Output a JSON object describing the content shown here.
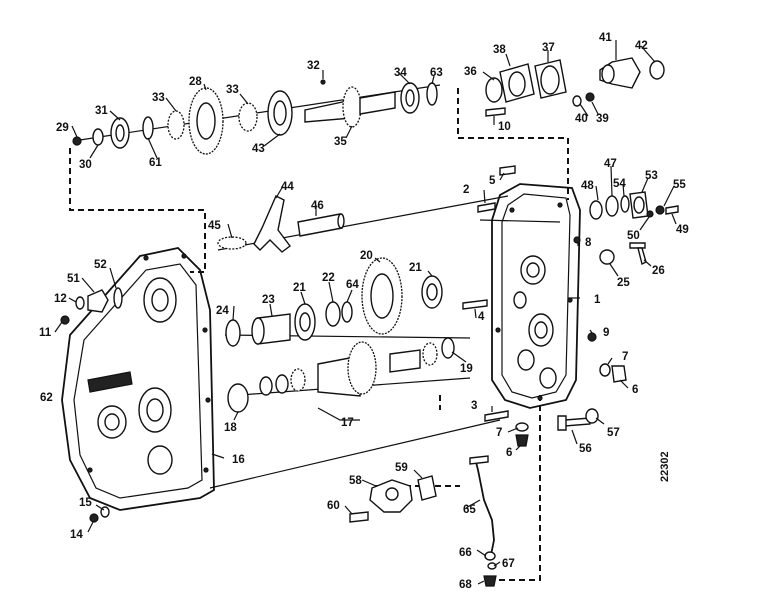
{
  "drawing_code": "22302",
  "callouts": [
    {
      "id": "c1",
      "text": "1"
    },
    {
      "id": "c2",
      "text": "2"
    },
    {
      "id": "c3",
      "text": "3"
    },
    {
      "id": "c4",
      "text": "4"
    },
    {
      "id": "c5",
      "text": "5"
    },
    {
      "id": "c6a",
      "text": "6"
    },
    {
      "id": "c6b",
      "text": "6"
    },
    {
      "id": "c7a",
      "text": "7"
    },
    {
      "id": "c7b",
      "text": "7"
    },
    {
      "id": "c8",
      "text": "8"
    },
    {
      "id": "c9",
      "text": "9"
    },
    {
      "id": "c10",
      "text": "10"
    },
    {
      "id": "c11",
      "text": "11"
    },
    {
      "id": "c12",
      "text": "12"
    },
    {
      "id": "c14",
      "text": "14"
    },
    {
      "id": "c15",
      "text": "15"
    },
    {
      "id": "c16",
      "text": "16"
    },
    {
      "id": "c17",
      "text": "17"
    },
    {
      "id": "c18",
      "text": "18"
    },
    {
      "id": "c19",
      "text": "19"
    },
    {
      "id": "c20",
      "text": "20"
    },
    {
      "id": "c21a",
      "text": "21"
    },
    {
      "id": "c21b",
      "text": "21"
    },
    {
      "id": "c22",
      "text": "22"
    },
    {
      "id": "c23",
      "text": "23"
    },
    {
      "id": "c24",
      "text": "24"
    },
    {
      "id": "c25",
      "text": "25"
    },
    {
      "id": "c26",
      "text": "26"
    },
    {
      "id": "c28",
      "text": "28"
    },
    {
      "id": "c29",
      "text": "29"
    },
    {
      "id": "c30",
      "text": "30"
    },
    {
      "id": "c31",
      "text": "31"
    },
    {
      "id": "c32",
      "text": "32"
    },
    {
      "id": "c33a",
      "text": "33"
    },
    {
      "id": "c33b",
      "text": "33"
    },
    {
      "id": "c34",
      "text": "34"
    },
    {
      "id": "c35",
      "text": "35"
    },
    {
      "id": "c36",
      "text": "36"
    },
    {
      "id": "c37",
      "text": "37"
    },
    {
      "id": "c38",
      "text": "38"
    },
    {
      "id": "c39",
      "text": "39"
    },
    {
      "id": "c40",
      "text": "40"
    },
    {
      "id": "c41",
      "text": "41"
    },
    {
      "id": "c42",
      "text": "42"
    },
    {
      "id": "c43",
      "text": "43"
    },
    {
      "id": "c44",
      "text": "44"
    },
    {
      "id": "c45",
      "text": "45"
    },
    {
      "id": "c46",
      "text": "46"
    },
    {
      "id": "c47",
      "text": "47"
    },
    {
      "id": "c48",
      "text": "48"
    },
    {
      "id": "c49",
      "text": "49"
    },
    {
      "id": "c50",
      "text": "50"
    },
    {
      "id": "c51",
      "text": "51"
    },
    {
      "id": "c52",
      "text": "52"
    },
    {
      "id": "c53",
      "text": "53"
    },
    {
      "id": "c54",
      "text": "54"
    },
    {
      "id": "c55",
      "text": "55"
    },
    {
      "id": "c56",
      "text": "56"
    },
    {
      "id": "c57",
      "text": "57"
    },
    {
      "id": "c58",
      "text": "58"
    },
    {
      "id": "c59",
      "text": "59"
    },
    {
      "id": "c60",
      "text": "60"
    },
    {
      "id": "c61",
      "text": "61"
    },
    {
      "id": "c62",
      "text": "62"
    },
    {
      "id": "c63",
      "text": "63"
    },
    {
      "id": "c64",
      "text": "64"
    },
    {
      "id": "c65",
      "text": "65"
    },
    {
      "id": "c66",
      "text": "66"
    },
    {
      "id": "c67",
      "text": "67"
    },
    {
      "id": "c68",
      "text": "68"
    }
  ]
}
